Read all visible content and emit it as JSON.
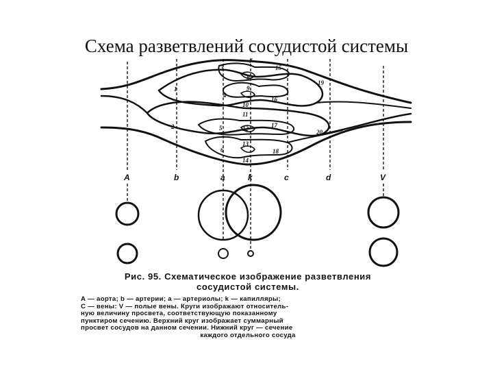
{
  "title": "Схема разветвлений сосудистой системы",
  "vessel_numbers": [
    "1",
    "2",
    "3",
    "4",
    "5",
    "6",
    "7",
    "8",
    "9",
    "10",
    "11",
    "12",
    "13",
    "14",
    "15",
    "16",
    "17",
    "18",
    "19",
    "20"
  ],
  "section_letters": [
    "A",
    "b",
    "a",
    "k",
    "c",
    "d",
    "V"
  ],
  "caption": {
    "title_line1": "Рис. 95. Схематическое изображение разветвления",
    "title_line2": "сосудистой системы.",
    "body_lines": [
      "А — аорта;  b — артерии;  а — артериолы;  k — капилляры;",
      "С — вены:  V — полые вены. Круги изображают относитель-",
      "ную величину просвета, соответствующую показанному",
      "пунктиром сечению. Верхний круг изображает суммарный",
      "просвет сосудов на данном сечении. Нижний круг — сечение",
      "каждого отдельного сосуда"
    ]
  }
}
